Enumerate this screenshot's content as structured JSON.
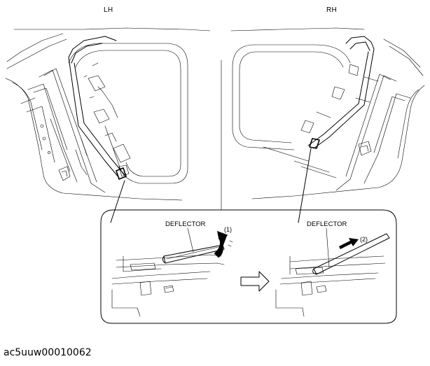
{
  "figure": {
    "left_label": "LH",
    "right_label": "RH",
    "detail_left_label": "DEFLECTOR",
    "detail_right_label": "DEFLECTOR",
    "step1": "(1)",
    "step2": "(2)",
    "image_code": "ac5uuw00010062"
  }
}
